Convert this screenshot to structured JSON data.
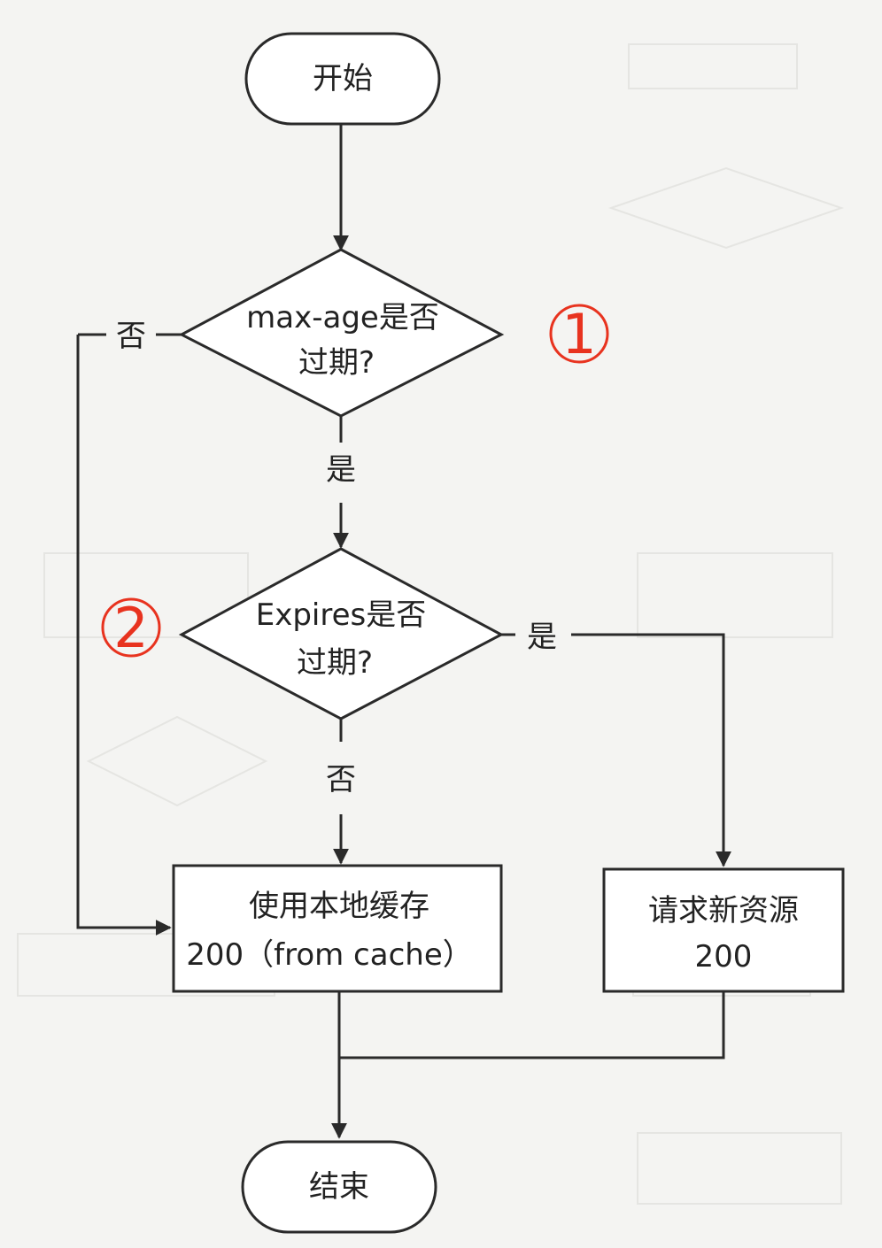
{
  "nodes": {
    "start": "开始",
    "maxage_check": [
      "max-age是否",
      "过期?"
    ],
    "expires_check": [
      "Expires是否",
      "过期?"
    ],
    "use_cache": [
      "使用本地缓存",
      "200（from cache）"
    ],
    "request_new": [
      "请求新资源",
      "200"
    ],
    "end": "结束"
  },
  "edge_labels": {
    "maxage_no": "否",
    "maxage_yes": "是",
    "expires_yes": "是",
    "expires_no": "否"
  },
  "markers": {
    "step1": "1",
    "step2": "2"
  },
  "colors": {
    "line": "#2a2a2a",
    "marker": "#e8331f",
    "background": "#f4f4f2"
  }
}
